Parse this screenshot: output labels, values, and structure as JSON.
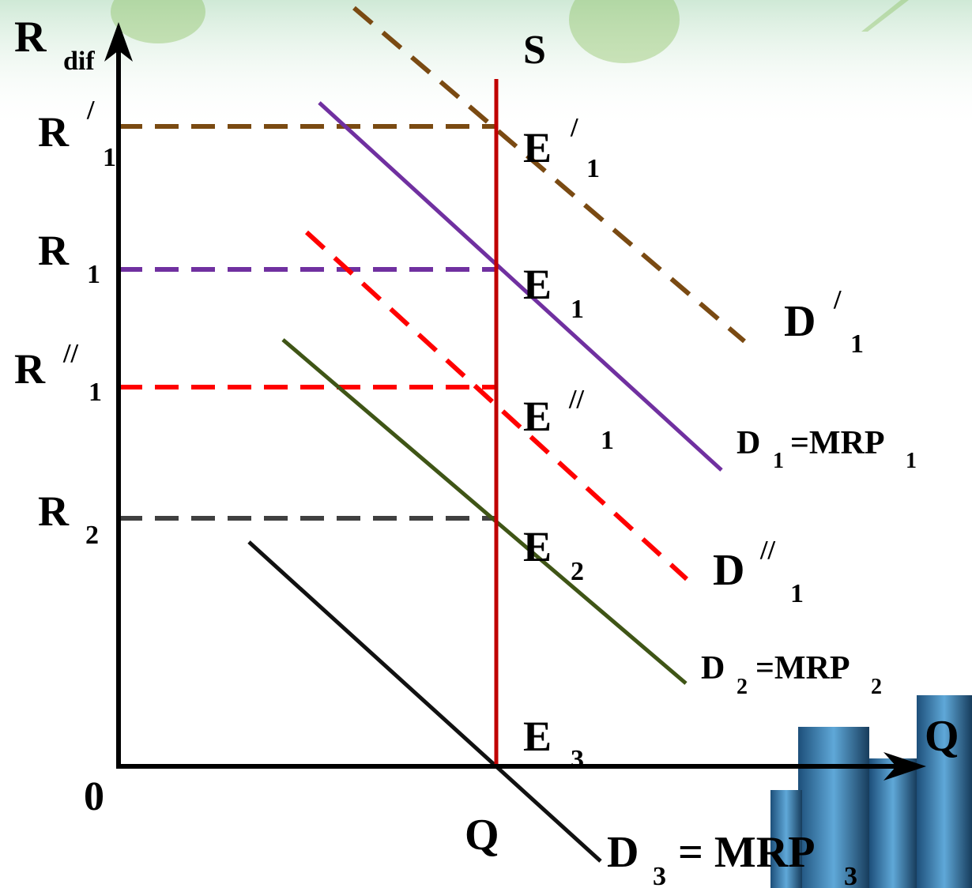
{
  "colors": {
    "axis": "#000000",
    "supply": "#c00000",
    "d1_prime": "#7a4a12",
    "d1": "#7030a0",
    "d1_double_prime": "#ff0000",
    "d2": "#3f5516",
    "d3": "#111111",
    "r2_guide": "#404040",
    "leaf": "#7ab648",
    "building": "#2f7fb8"
  },
  "axes": {
    "y_main": "R",
    "y_sub": "dif",
    "x_label": "Q",
    "origin": "0",
    "q_tick": "Q"
  },
  "supply": {
    "label": "S"
  },
  "levels": [
    {
      "main": "R",
      "sup": "/",
      "sub": "1"
    },
    {
      "main": "R",
      "sup": "",
      "sub": "1"
    },
    {
      "main": "R",
      "sup": "//",
      "sub": "1"
    },
    {
      "main": "R",
      "sup": "",
      "sub": "2"
    }
  ],
  "equilibria": [
    {
      "main": "E",
      "sup": "/",
      "sub": "1"
    },
    {
      "main": "E",
      "sup": "",
      "sub": "1"
    },
    {
      "main": "E",
      "sup": "//",
      "sub": "1"
    },
    {
      "main": "E",
      "sup": "",
      "sub": "2"
    },
    {
      "main": "E",
      "sup": "",
      "sub": "3"
    }
  ],
  "curves": {
    "d1_prime": {
      "main": "D",
      "sup": "/",
      "sub": "1"
    },
    "d1": {
      "main": "D",
      "sub": "1",
      "eq": "=MRP",
      "sub2": "1"
    },
    "d1_double_prime": {
      "main": "D",
      "sup": "//",
      "sub": "1"
    },
    "d2": {
      "main": "D",
      "sub": "2",
      "eq": "=MRP",
      "sub2": "2"
    },
    "d3": {
      "main": "D",
      "sub": "3",
      "eq": "= MRP",
      "sub2": "3"
    }
  }
}
